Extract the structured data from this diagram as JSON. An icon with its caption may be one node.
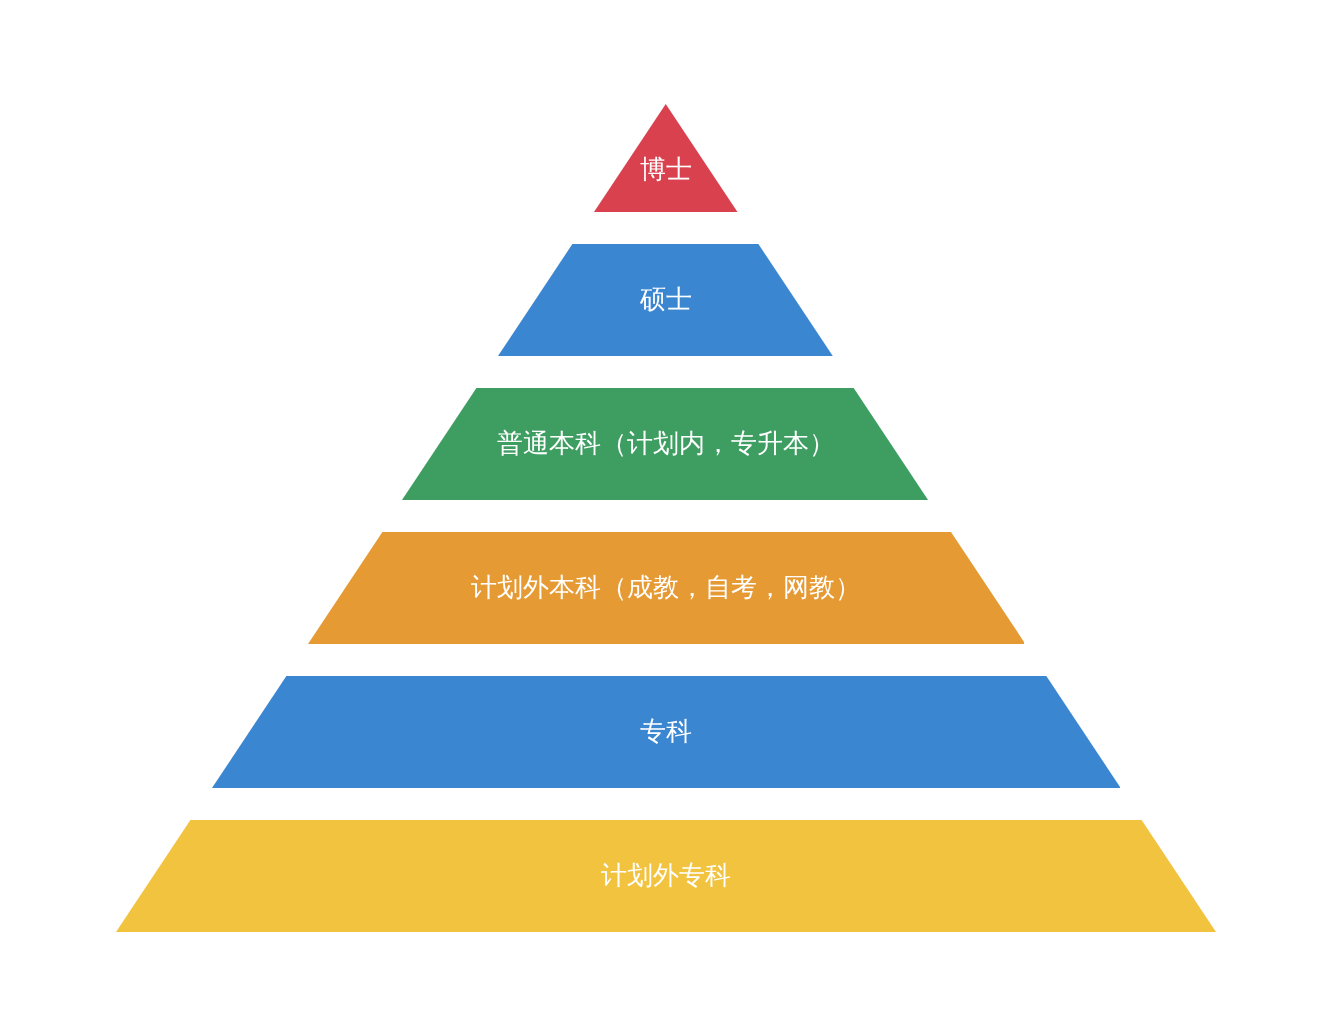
{
  "diagram": {
    "nodes": [
      {
        "text": [
          "博士"
        ]
      },
      {
        "text": [
          "硕士"
        ]
      },
      {
        "text": [
          "普通本科（计划内，专升本）"
        ]
      },
      {
        "text": [
          "计划外本科（成教，自考，网教）"
        ]
      },
      {
        "text": [
          "专科"
        ]
      },
      {
        "text": [
          "计划外专科"
        ]
      }
    ]
  }
}
